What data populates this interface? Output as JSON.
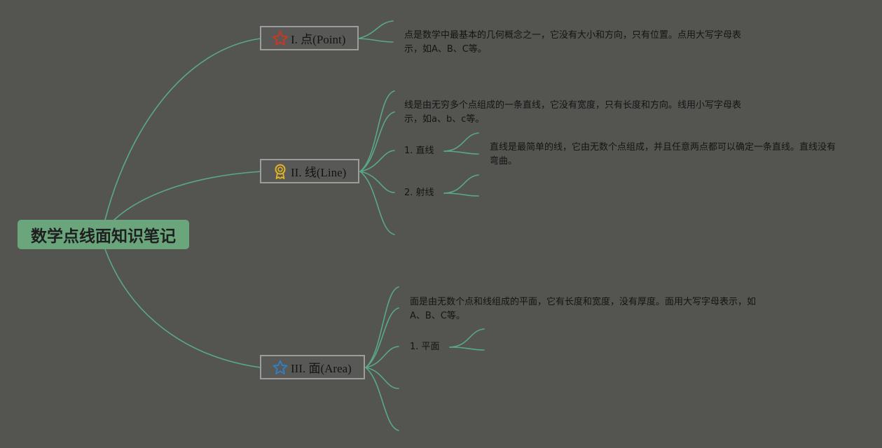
{
  "root": {
    "title": "数学点线面知识笔记"
  },
  "branches": [
    {
      "label": "I. 点(Point)",
      "icon": "red-star-icon",
      "note": "点是数学中最基本的几何概念之一，它没有大小和方向，只有位置。点用大写字母表示，如A、B、C等。"
    },
    {
      "label": "II. 线(Line)",
      "icon": "award-ribbon-icon",
      "note": "线是由无穷多个点组成的一条直线，它没有宽度，只有长度和方向。线用小写字母表示，如a、b、c等。",
      "subtopics": [
        {
          "label": "1. 直线",
          "note": "直线是最简单的线，它由无数个点组成，并且任意两点都可以确定一条直线。直线没有弯曲。"
        },
        {
          "label": "2. 射线"
        }
      ]
    },
    {
      "label": "III. 面(Area)",
      "icon": "blue-star-icon",
      "note": "面是由无数个点和线组成的平面，它有长度和宽度，没有厚度。面用大写字母表示，如A、B、C等。",
      "subtopics": [
        {
          "label": "1. 平面"
        }
      ]
    }
  ],
  "colors": {
    "background": "#545551",
    "connector": "#5aa88a",
    "root_fill": "#6aa57c",
    "branch_border": "#9b9d9a",
    "red_star": "#c0392b",
    "award": "#e6b422",
    "blue_star": "#2f80c8"
  }
}
